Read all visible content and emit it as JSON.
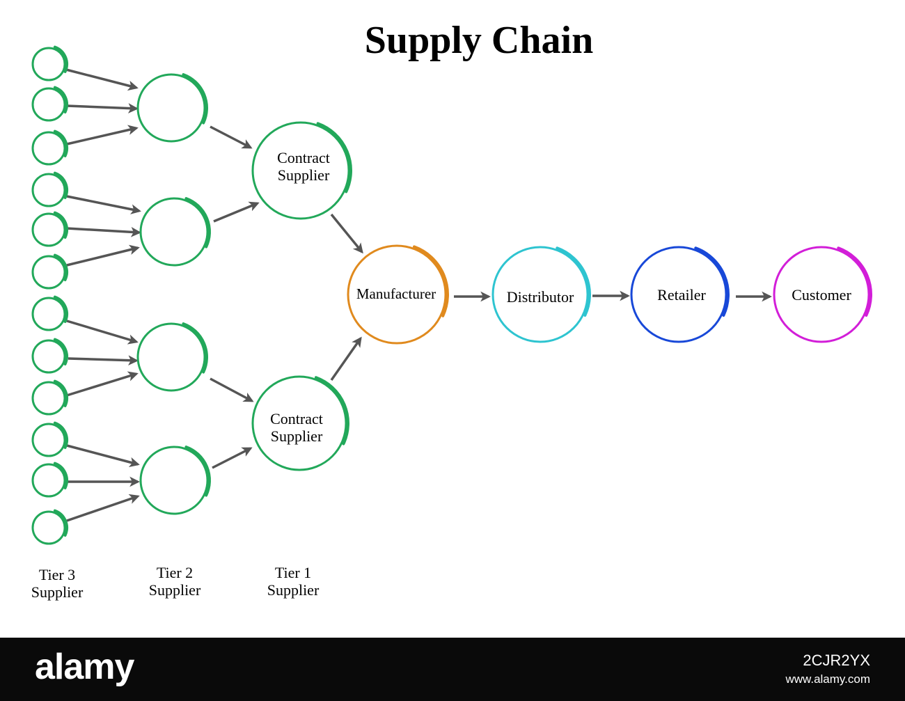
{
  "title": "Supply Chain",
  "nodes": {
    "contract_supplier_top": "Contract Supplier",
    "contract_supplier_bottom": "Contract Supplier",
    "manufacturer": "Manufacturer",
    "distributor": "Distributor",
    "retailer": "Retailer",
    "customer": "Customer"
  },
  "tier_labels": {
    "tier3": [
      "Tier 3",
      "Supplier"
    ],
    "tier2": [
      "Tier 2",
      "Supplier"
    ],
    "tier1": [
      "Tier 1",
      "Supplier"
    ]
  },
  "colors": {
    "supplier_green": "#22a85a",
    "manufacturer_orange": "#e08a1e",
    "distributor_cyan": "#2ec4d0",
    "retailer_blue": "#1848d8",
    "customer_magenta": "#d21ed8",
    "arrow_gray": "#555555"
  },
  "footer": {
    "logo": "alamy",
    "image_id": "2CJR2YX",
    "url": "www.alamy.com"
  }
}
